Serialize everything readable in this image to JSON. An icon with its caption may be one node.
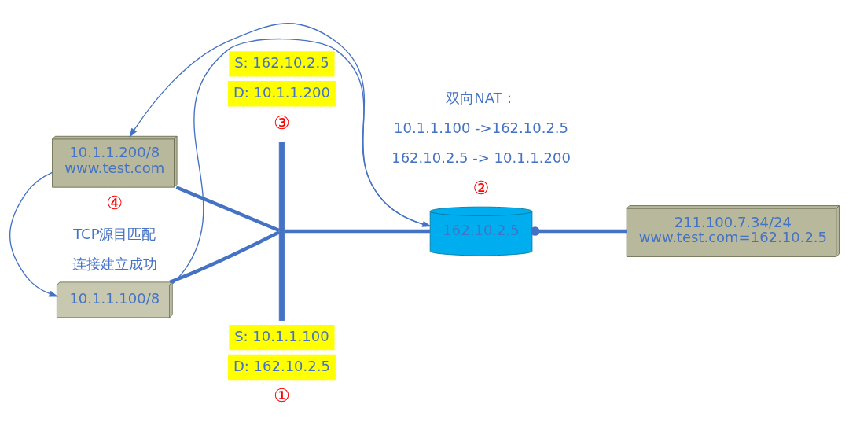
{
  "diagram": {
    "nodes": [
      {
        "text": [
          "10.1.1.200/8",
          "www.test.com"
        ]
      },
      {
        "text": [
          "10.1.1.100/8"
        ]
      },
      {
        "text": [],
        "shape": "bar"
      },
      {
        "text": [
          "162.10.2.5"
        ]
      },
      {
        "text": [
          "211.100.7.34/24",
          "www.test.com=162.10.2.5"
        ]
      }
    ],
    "edges": [
      {
        "from": 0,
        "to": 2,
        "arrow": "none"
      },
      {
        "from": 1,
        "to": 2,
        "arrow": "none"
      },
      {
        "from": 2,
        "to": 3,
        "arrow": "none"
      },
      {
        "from": 3,
        "to": 4,
        "arrow": "other"
      },
      {
        "from": 1,
        "to": 3,
        "arrow": "to"
      },
      {
        "from": 3,
        "to": 0,
        "arrow": "to"
      },
      {
        "from": 0,
        "to": 1,
        "arrow": "to"
      }
    ],
    "labels": [
      "S: 162.10.2.5",
      "D: 10.1.1.200",
      "③",
      "双向NAT：",
      "10.1.1.100 ->162.10.2.5",
      "162.10.2.5 -> 10.1.1.200",
      "②",
      "④",
      "TCP源目匹配",
      "连接建立成功",
      "S: 10.1.1.100",
      "D: 162.10.2.5",
      "①"
    ]
  }
}
